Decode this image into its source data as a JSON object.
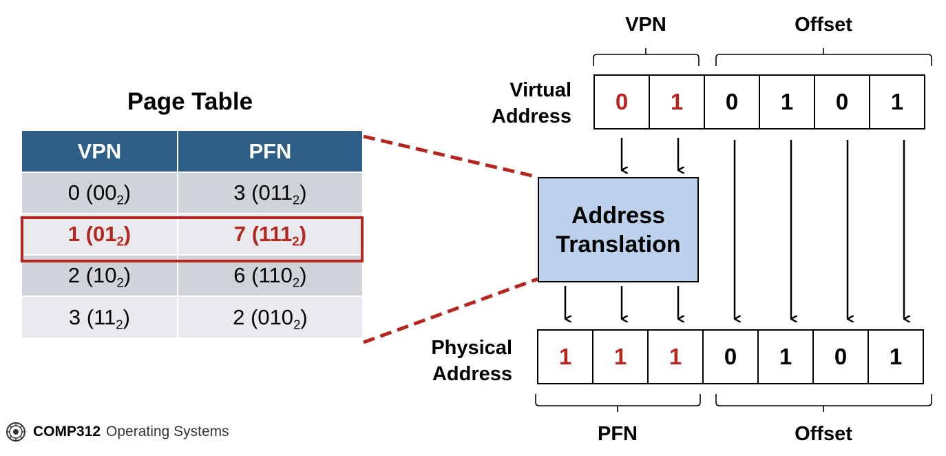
{
  "page_table": {
    "title": "Page Table",
    "headers": {
      "vpn": "VPN",
      "pfn": "PFN"
    },
    "rows": [
      {
        "vpn": "0",
        "vpn_bin": "00",
        "pfn": "3",
        "pfn_bin": "011",
        "highlighted": false
      },
      {
        "vpn": "1",
        "vpn_bin": "01",
        "pfn": "7",
        "pfn_bin": "111",
        "highlighted": true
      },
      {
        "vpn": "2",
        "vpn_bin": "10",
        "pfn": "6",
        "pfn_bin": "110",
        "highlighted": false
      },
      {
        "vpn": "3",
        "vpn_bin": "11",
        "pfn": "2",
        "pfn_bin": "010",
        "highlighted": false
      }
    ],
    "base_subscript": "2"
  },
  "virtual_address": {
    "label_line1": "Virtual",
    "label_line2": "Address",
    "bits": [
      "0",
      "1",
      "0",
      "1",
      "0",
      "1"
    ],
    "vpn_label": "VPN",
    "offset_label": "Offset"
  },
  "translation": {
    "line1": "Address",
    "line2": "Translation"
  },
  "physical_address": {
    "label_line1": "Physical",
    "label_line2": "Address",
    "bits": [
      "1",
      "1",
      "1",
      "0",
      "1",
      "0",
      "1"
    ],
    "pfn_label": "PFN",
    "offset_label": "Offset"
  },
  "colors": {
    "highlight": "#b5261e",
    "table_header": "#2e5f87",
    "translation_box": "#bcd2ec"
  },
  "footer": {
    "course": "COMP312",
    "name": "Operating Systems",
    "logo_icon": "university-seal-icon"
  }
}
